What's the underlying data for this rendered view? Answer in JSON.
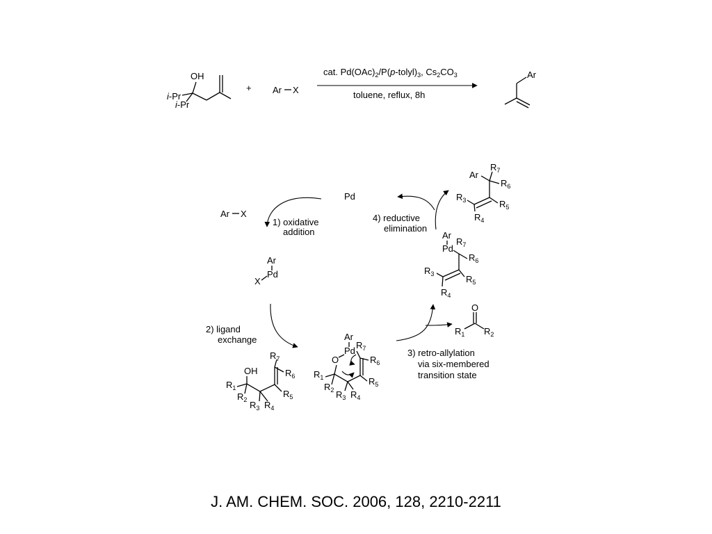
{
  "reaction": {
    "substrate": {
      "oh": "OH",
      "ipr_italic": "i",
      "ipr_suffix": "-Pr"
    },
    "plus": "+",
    "reagent": {
      "ar": "Ar",
      "x": "X"
    },
    "conditions_top": {
      "a": "cat. Pd(OAc)",
      "a_sub": "2",
      "b": "/P(",
      "b_it": "p",
      "c": "-tolyl)",
      "c_sub": "3",
      "d": ", Cs",
      "d_sub": "2",
      "e": "CO",
      "e_sub": "3"
    },
    "conditions_bottom": "toluene, reflux, 8h",
    "product": {
      "ar": "Ar"
    }
  },
  "cycle": {
    "pd": "Pd",
    "ar": "Ar",
    "x": "X",
    "o": "O",
    "carbonyl_o": "O",
    "r": "R",
    "subs": {
      "n1": "1",
      "n2": "2",
      "n3": "3",
      "n4": "4",
      "n5": "5",
      "n6": "6",
      "n7": "7"
    },
    "steps": {
      "oxidative_1": "1) oxidative",
      "oxidative_2": "addition",
      "ligand_1": "2) ligand",
      "ligand_2": "exchange",
      "retro_1": "3) retro-allylation",
      "retro_2": "via six-membered",
      "retro_3": "transition state",
      "reductive_1": "4) reductive",
      "reductive_2": "elimination"
    }
  },
  "citation": "J. AM. CHEM. SOC. 2006, 128, 2210-2211"
}
